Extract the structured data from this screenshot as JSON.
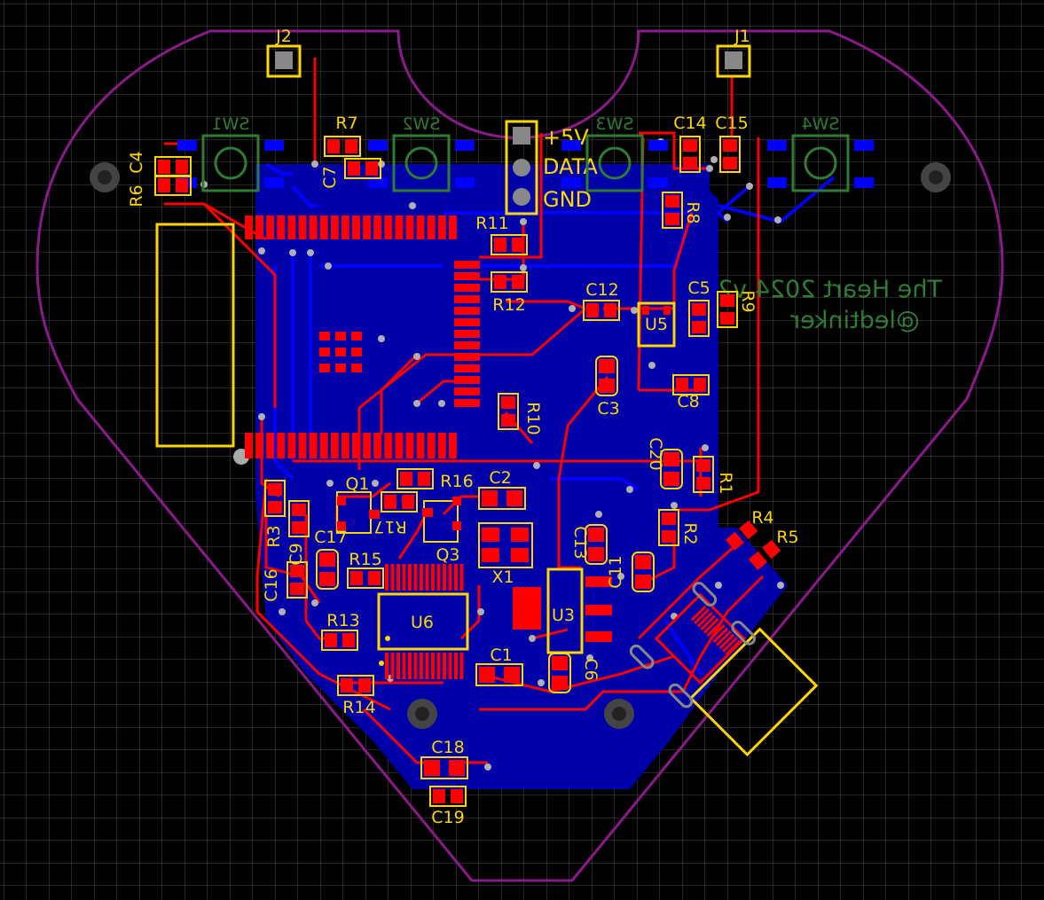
{
  "board": {
    "title_line1": "The Heart 2024 v2",
    "title_line2": "@ledtinker",
    "header_labels": [
      "+5V",
      "DATA",
      "GND"
    ],
    "colors": {
      "background": "#000000",
      "grid": "#4a4a4a",
      "outline": "#8b1a8b",
      "copper_pour": "#0000a8",
      "top_copper": "#ff0000",
      "bottom_copper": "#0000ff",
      "silkscreen": "#ffd700",
      "bottom_silk": "#2e7d32",
      "via": "#b0b0b0"
    }
  },
  "labels": {
    "J1": "J1",
    "J2": "J2",
    "SW1": "SW1",
    "SW2": "SW2",
    "SW3": "SW3",
    "SW4": "SW4",
    "C1": "C1",
    "C2": "C2",
    "C3": "C3",
    "C4": "C4",
    "C5": "C5",
    "C6": "C6",
    "C7": "C7",
    "C8": "C8",
    "C9": "C9",
    "C11": "C11",
    "C12": "C12",
    "C13": "C13",
    "C14": "C14",
    "C15": "C15",
    "C16": "C16",
    "C17": "C17",
    "C18": "C18",
    "C19": "C19",
    "C20": "C20",
    "R1": "R1",
    "R2": "R2",
    "R3": "R3",
    "R4": "R4",
    "R5": "R5",
    "R6": "R6",
    "R7": "R7",
    "R8": "R8",
    "R9": "R9",
    "R10": "R10",
    "R11": "R11",
    "R12": "R12",
    "R13": "R13",
    "R14": "R14",
    "R15": "R15",
    "R16": "R16",
    "R17": "R17",
    "Q1": "Q1",
    "Q3": "Q3",
    "U3": "U3",
    "U5": "U5",
    "U6": "U6",
    "X1": "X1"
  }
}
